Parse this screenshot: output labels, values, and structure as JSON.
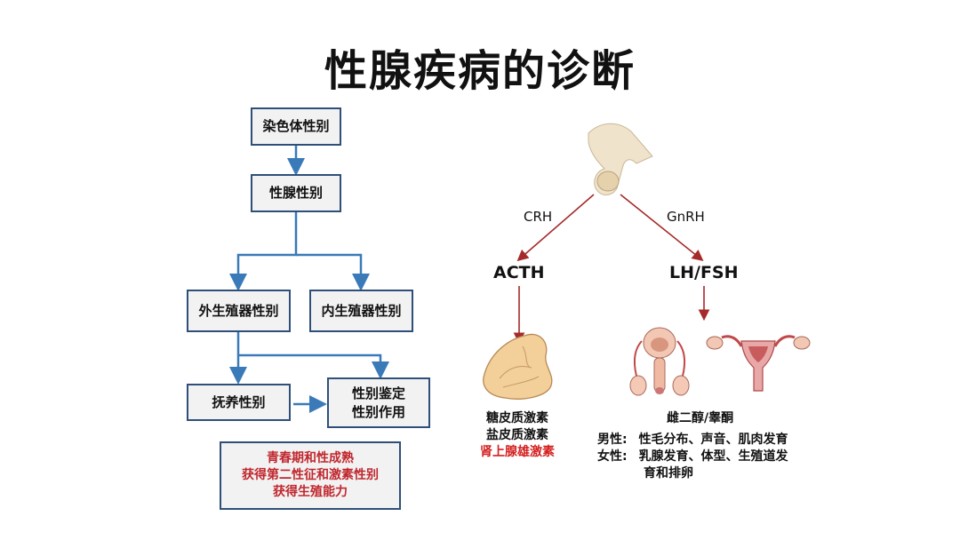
{
  "title": "性腺疾病的诊断",
  "flow": {
    "chromosomal_sex": "染色体性别",
    "gonadal_sex": "性腺性别",
    "external_genital_sex": "外生殖器性别",
    "internal_genital_sex": "内生殖器性别",
    "rearing_sex": "抚养性别",
    "sex_identification": [
      "性别鉴定",
      "性别作用"
    ],
    "outcome": [
      "青春期和性成熟",
      "获得第二性征和激素性别",
      "获得生殖能力"
    ]
  },
  "axis": {
    "crh": "CRH",
    "gnrh": "GnRH",
    "acth": "ACTH",
    "lhfsh": "LH/FSH",
    "adrenal_hormones": [
      "糖皮质激素",
      "盐皮质激素"
    ],
    "adrenal_androgen": "肾上腺雄激素",
    "sex_steroids": "雌二醇/睾酮",
    "male_label": "男性:",
    "male_desc": "性毛分布、声音、肌肉发育",
    "female_label": "女性:",
    "female_desc": "乳腺发育、体型、生殖道发",
    "female_desc_cont": "育和排卵"
  },
  "colors": {
    "box_border": "#2f4f7a",
    "flow_line": "#3a7ab8",
    "arrow": "#a52a2a",
    "highlight": "#d42020"
  }
}
